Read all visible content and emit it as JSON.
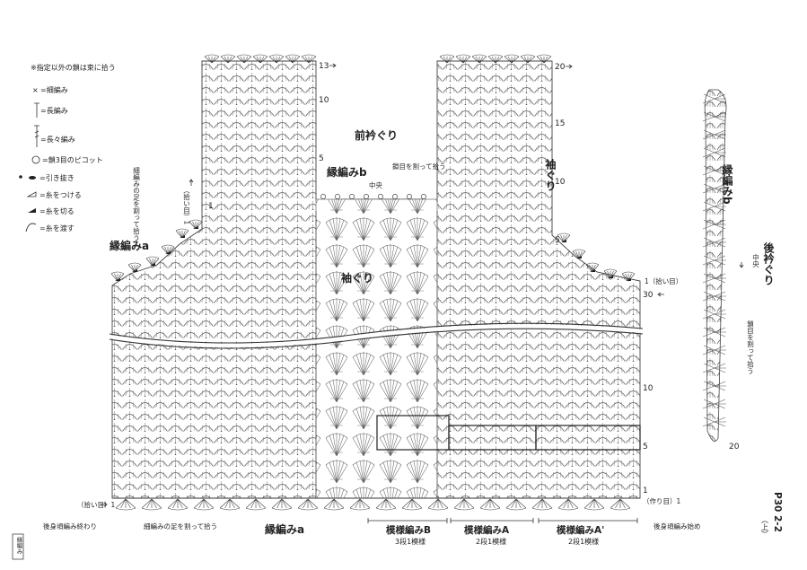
{
  "legend": {
    "note": "※指定以外の鎖は束に拾う",
    "items": [
      {
        "symbol": "×",
        "text": "=細編み"
      },
      {
        "symbol": "T",
        "text": "=長編み"
      },
      {
        "symbol": "‡",
        "text": "=長々編み"
      },
      {
        "symbol": "◎",
        "text": "=鎖3目のピコット"
      },
      {
        "symbol": "•",
        "text": "=引き抜き"
      },
      {
        "symbol": "▷",
        "text": "=糸をつける"
      },
      {
        "symbol": "◀",
        "text": "=糸を切る"
      },
      {
        "symbol": "⌒",
        "text": "=糸を渡す"
      }
    ]
  },
  "labels": {
    "sleeve_left": "袖ぐり",
    "sleeve_right": "袖ぐり",
    "front_neck": "前衿ぐり",
    "edge_b": "縁編みb",
    "edge_a_left": "縁編みa",
    "edge_a_bottom": "縁編みa",
    "center": "中央",
    "split_pick": "鎖目を割って拾う",
    "left_note": "細編みの足を割って拾う",
    "pick_1": "（拾い目）1",
    "pattern_b": "模様編みB",
    "pattern_b_sub": "3段1模様",
    "pattern_a": "模様編みA",
    "pattern_a_sub": "2段1模様",
    "pattern_a2": "模様編みA'",
    "pattern_a2_sub": "2段1模様",
    "bottom_pick": "（拾い目）1",
    "bottom_left_note": "後身頃編み終わり",
    "bottom_mid_note": "細編みの足を割って拾う",
    "bottom_right_start": "（作り目）1",
    "bottom_right_note": "後身頃編み始め",
    "right_pick": "1（拾い目）",
    "side_edge_b": "縁編みb",
    "side_back_neck": "後衿ぐり",
    "side_center": "中央",
    "side_split": "鎖目を割って拾う",
    "page_code": "P30 2-2",
    "page_sub": "（上）",
    "side_tag": "縁編み"
  },
  "row_numbers": {
    "left_strap": [
      "13",
      "10",
      "5",
      "1"
    ],
    "right_strap": [
      "20",
      "15",
      "10",
      "5"
    ],
    "body": [
      "30",
      "10",
      "5",
      "1"
    ],
    "side_strip": [
      "20"
    ]
  }
}
